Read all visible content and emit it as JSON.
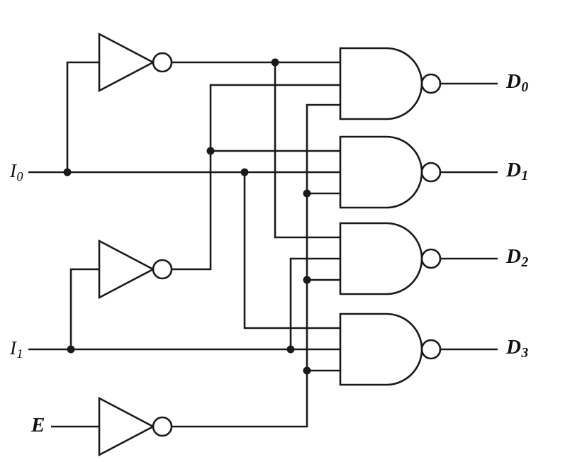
{
  "labels": {
    "i0": {
      "main": "I",
      "sub": "0"
    },
    "i1": {
      "main": "I",
      "sub": "1"
    },
    "e": {
      "main": "E"
    },
    "d0": {
      "main": "D",
      "sub": "0"
    },
    "d1": {
      "main": "D",
      "sub": "1"
    },
    "d2": {
      "main": "D",
      "sub": "2"
    },
    "d3": {
      "main": "D",
      "sub": "3"
    }
  },
  "circuit": {
    "type": "logic-diagram",
    "description": "2-to-4 line decoder built from three inverters and four 3-input NAND gates",
    "colors": {
      "stroke": "#1a1a1a",
      "background": "#ffffff"
    },
    "gates": [
      {
        "name": "inverter-top",
        "type": "not",
        "input": "I0",
        "output": "I0'"
      },
      {
        "name": "inverter-middle",
        "type": "not",
        "input": "I1",
        "output": "I1'"
      },
      {
        "name": "inverter-bottom",
        "type": "not",
        "input": "E",
        "output": "E'"
      },
      {
        "name": "nand-d0",
        "type": "nand3",
        "inputs": [
          "I0'",
          "I1'",
          "E'"
        ],
        "output": "D0"
      },
      {
        "name": "nand-d1",
        "type": "nand3",
        "inputs": [
          "I1'",
          "I0",
          "E'"
        ],
        "output": "D1"
      },
      {
        "name": "nand-d2",
        "type": "nand3",
        "inputs": [
          "I0'",
          "I1",
          "E'"
        ],
        "output": "D2"
      },
      {
        "name": "nand-d3",
        "type": "nand3",
        "inputs": [
          "I0",
          "I1",
          "E'"
        ],
        "output": "D3"
      }
    ]
  }
}
